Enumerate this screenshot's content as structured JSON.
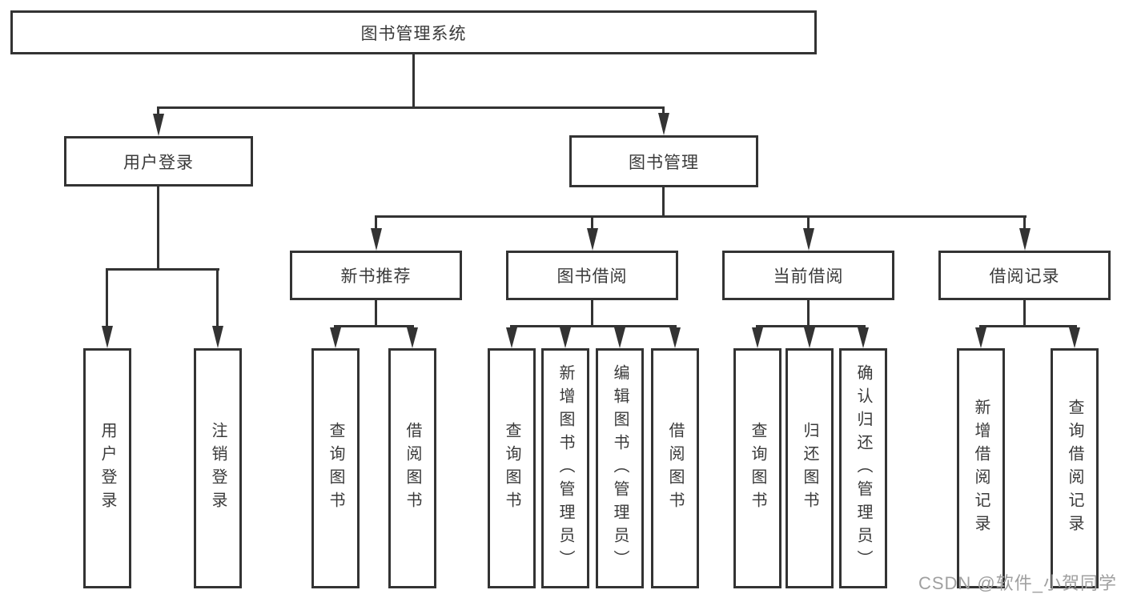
{
  "tree": {
    "label": "图书管理系统",
    "children": [
      {
        "label": "用户登录",
        "children": [
          {
            "label": "用户登录"
          },
          {
            "label": "注销登录"
          }
        ]
      },
      {
        "label": "图书管理",
        "children": [
          {
            "label": "新书推荐",
            "children": [
              {
                "label": "查询图书"
              },
              {
                "label": "借阅图书"
              }
            ]
          },
          {
            "label": "图书借阅",
            "children": [
              {
                "label": "查询图书"
              },
              {
                "label": "新增图书（管理员）"
              },
              {
                "label": "编辑图书（管理员）"
              },
              {
                "label": "借阅图书"
              }
            ]
          },
          {
            "label": "当前借阅",
            "children": [
              {
                "label": "查询图书"
              },
              {
                "label": "归还图书"
              },
              {
                "label": "确认归还（管理员）"
              }
            ]
          },
          {
            "label": "借阅记录",
            "children": [
              {
                "label": "新增借阅记录"
              },
              {
                "label": "查询借阅记录"
              }
            ]
          }
        ]
      }
    ]
  },
  "watermark": {
    "text": "CSDN @软件_小贺同学"
  },
  "colors": {
    "line": "#333333",
    "text": "#3a3a3a",
    "background": "#ffffff",
    "watermark": "#a0a0a0"
  }
}
